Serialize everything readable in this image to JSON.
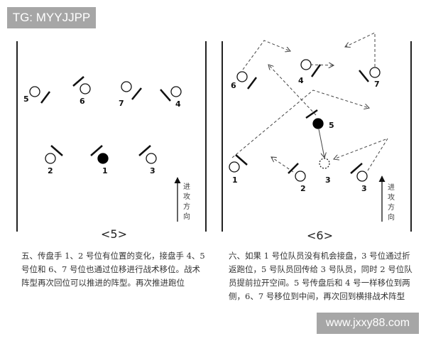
{
  "badge": {
    "text": "TG: MYYJJPP"
  },
  "watermark": {
    "text": "www.jxxy88.com"
  },
  "figure5": {
    "label": "<5>",
    "direction_label": [
      "进",
      "攻",
      "方",
      "向"
    ],
    "players": [
      {
        "number": "5",
        "role": "receiver"
      },
      {
        "number": "6",
        "role": "receiver"
      },
      {
        "number": "7",
        "role": "receiver"
      },
      {
        "number": "4",
        "role": "receiver"
      },
      {
        "number": "2",
        "role": "handler"
      },
      {
        "number": "1",
        "role": "handler-with-disc"
      },
      {
        "number": "3",
        "role": "handler"
      }
    ],
    "caption": "五、传盘手 1、2 号位有位置的变化，接盘手 4、5 号位和 6、7 号位也通过位移进行战术移位。战术阵型再次回位可以推进的阵型。再次推进跑位"
  },
  "figure6": {
    "label": "<6>",
    "direction_label": [
      "进",
      "攻",
      "方",
      "向"
    ],
    "players": [
      {
        "number": "6"
      },
      {
        "number": "4"
      },
      {
        "number": "7"
      },
      {
        "number": "5"
      },
      {
        "number": "1"
      },
      {
        "number": "2"
      },
      {
        "number": "3",
        "style": "dashed-target"
      },
      {
        "number": "3"
      }
    ],
    "caption": "六、如果 1 号位队员没有机会接盘，3 号位通过折返跑位，5 号队员回传给 3 号队员，同时 2 号位队员提前拉开空间。5 号传盘后和 4 号一样移位到两侧，6、7 号移位到中间，再次回到横排战术阵型"
  }
}
